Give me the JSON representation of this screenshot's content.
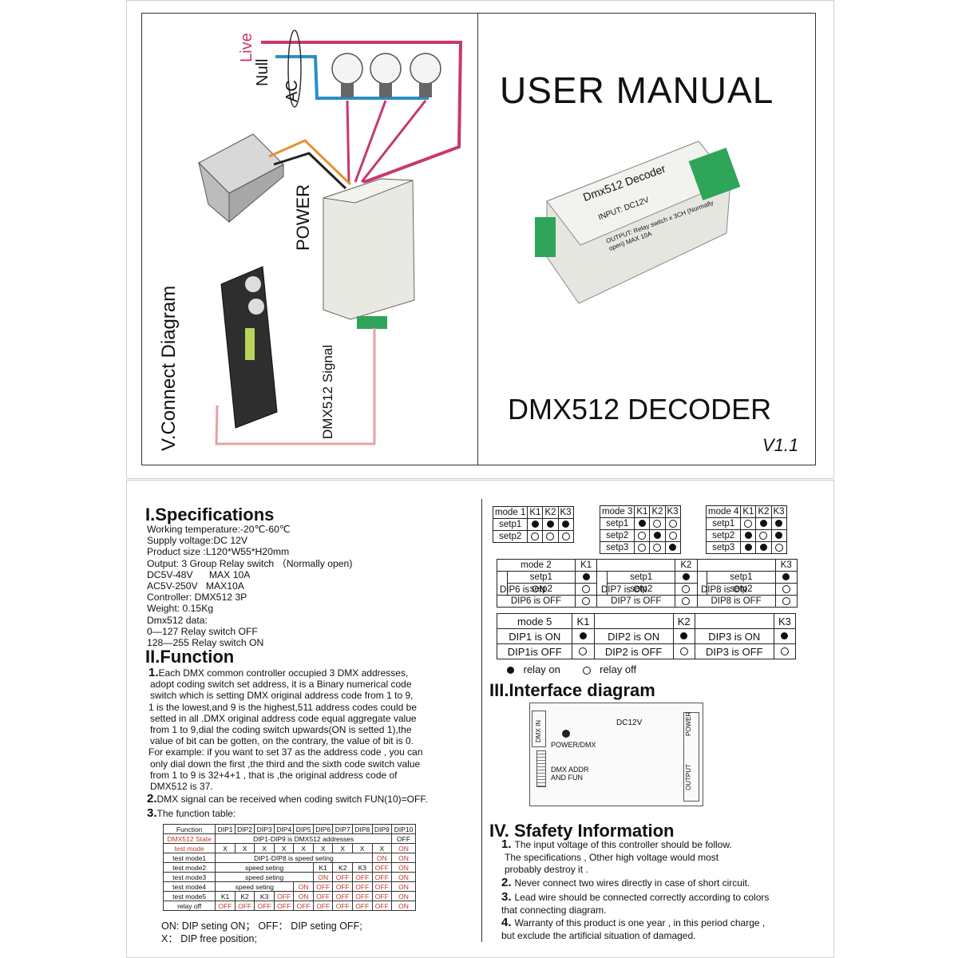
{
  "cover": {
    "title": "USER MANUAL",
    "product": "DMX512 DECODER",
    "version": "V1.1",
    "device_label": "Dmx512 Decoder",
    "device_input": "INPUT: DC12V",
    "device_output": "OUTPUT: Relay switch x 3CH (Normally open) MAX 10A"
  },
  "diagram": {
    "heading": "V.Connect Diagram",
    "live": "Live",
    "null": "Null",
    "ac": "AC",
    "power": "POWER",
    "signal": "DMX512 Signal",
    "colors": {
      "live": "#c8386e",
      "null": "#2a8fc6",
      "power_pos": "#e8902c",
      "signal": "#e8a0a8"
    }
  },
  "specs": {
    "heading": "I.Specifications",
    "lines": [
      "Working temperature:-20℃-60℃",
      "Supply voltage:DC 12V",
      "Product size :L120*W55*H20mm",
      "Output: 3 Group Relay switch （Normally open)",
      "DC5V-48V      MAX 10A",
      "AC5V-250V   MAX10A",
      "Controller: DMX512  3P",
      "Weight: 0.15Kg",
      "Dmx512 data:",
      "0—127  Relay switch OFF",
      "128—255   Relay switch ON"
    ]
  },
  "function": {
    "heading": "II.Function",
    "p1_num": "1.",
    "p1": [
      "Each DMX common controller occupied 3 DMX addresses,",
      "adopt coding switch set address, it is a Binary numerical code",
      "switch which is setting DMX original address code from 1 to 9,",
      "1 is the lowest,and 9 is the highest,511 address codes  could be",
      "setted  in all .DMX original address code equal aggregate value",
      "from 1 to 9,dial the coding switch upwards(ON is setted 1),the",
      "value of bit can be  gotten, on the contrary, the value of bit is 0.",
      "For example: if you want to set 37 as the address code , you can",
      "only dial down the first ,the third and the  sixth code switch value",
      "from 1 to 9 is 32+4+1 , that is ,the original address  code of",
      "DMX512 is 37."
    ],
    "p2_num": "2.",
    "p2": "DMX signal can be received when coding switch FUN(10)=OFF.",
    "p3_num": "3.",
    "p3": "The function table:",
    "note1": "ON: DIP seting ON；    OFF： DIP seting OFF;",
    "note2": "X： DIP free position;"
  },
  "function_table": {
    "header": [
      "Function",
      "DIP1",
      "DIP2",
      "DIP3",
      "DIP4",
      "DIP5",
      "DIP6",
      "DIP7",
      "DIP8",
      "DIP9",
      "DIP10"
    ],
    "row_state": {
      "label": "DMX512 State",
      "span": "DIP1-DIP9 is DMX512 addresses",
      "last": "OFF"
    },
    "row_test": {
      "label": "test mode",
      "cells": [
        "X",
        "X",
        "X",
        "X",
        "X",
        "X",
        "X",
        "X",
        "X"
      ],
      "last": "ON"
    },
    "row_m1": {
      "label": "test mode1",
      "span": "DIP1-DIP8 is speed seting",
      "d9": "ON",
      "last": "ON"
    },
    "row_m2": {
      "label": "test mode2",
      "span": "speed seting",
      "k": [
        "K1",
        "K2",
        "K3"
      ],
      "d9": "OFF",
      "last": "ON"
    },
    "row_m3": {
      "label": "test mode3",
      "span": "speed seting",
      "cells": [
        "ON",
        "OFF",
        "OFF",
        "OFF",
        "OFF"
      ],
      "last": "ON"
    },
    "row_m4": {
      "label": "test mode4",
      "span": "speed seting",
      "cells": [
        "ON",
        "OFF",
        "OFF",
        "OFF",
        "OFF",
        "OFF"
      ],
      "last": "ON"
    },
    "row_m5": {
      "label": "test mode5",
      "cells": [
        "K1",
        "K2",
        "K3",
        "OFF",
        "ON",
        "OFF",
        "OFF",
        "OFF",
        "OFF"
      ],
      "last": "ON"
    },
    "row_off": {
      "label": "relay off",
      "cells": [
        "OFF",
        "OFF",
        "OFF",
        "OFF",
        "OFF",
        "OFF",
        "OFF",
        "OFF",
        "OFF"
      ],
      "last": "ON"
    }
  },
  "modes": {
    "k1": "K1",
    "k2": "K2",
    "k3": "K3",
    "mode1": "mode 1",
    "mode3": "mode 3",
    "mode4": "mode 4",
    "mode2": "mode 2",
    "mode5": "mode 5",
    "setp1": "setp1",
    "setp2": "setp2",
    "setp3": "setp3",
    "dip6on": "DIP6 is ON",
    "dip6off": "DIP6 is OFF",
    "dip7on": "DIP7 is ON",
    "dip7off": "DIP7 is OFF",
    "dip8on": "DIP8 is ON",
    "dip8off": "DIP8 is OFF",
    "dip1on": "DIP1 is ON",
    "dip1off": "DIP1is OFF",
    "dip2on": "DIP2 is ON",
    "dip2off": "DIP2 is OFF",
    "dip3on": "DIP3 is ON",
    "dip3off": "DIP3 is OFF",
    "relay_on": "relay on",
    "relay_off": "relay off"
  },
  "interface": {
    "heading": "III.Interface diagram",
    "dc": "DC12V",
    "power_dmx": "POWER/DMX",
    "addr1": "DMX ADDR",
    "addr2": "AND FUN",
    "left_pins": "DMX IN",
    "right_pins": "POWER",
    "output": "OUTPUT"
  },
  "safety": {
    "heading": "IV. Sfafety Information",
    "items": [
      {
        "num": "1.",
        "lines": [
          "The input voltage of this controller should be follow.",
          "The specifications , Other high voltage would most",
          "probably destroy it ."
        ]
      },
      {
        "num": "2.",
        "lines": [
          "Never connect two wires directly in case of short circuit."
        ]
      },
      {
        "num": "3.",
        "lines": [
          "Lead wire should be connected correctly according to colors",
          "that connecting diagram."
        ]
      },
      {
        "num": "4.",
        "lines": [
          "Warranty of this product is one year , in this period charge ,",
          "but exclude the artificial situation of damaged."
        ]
      }
    ]
  }
}
